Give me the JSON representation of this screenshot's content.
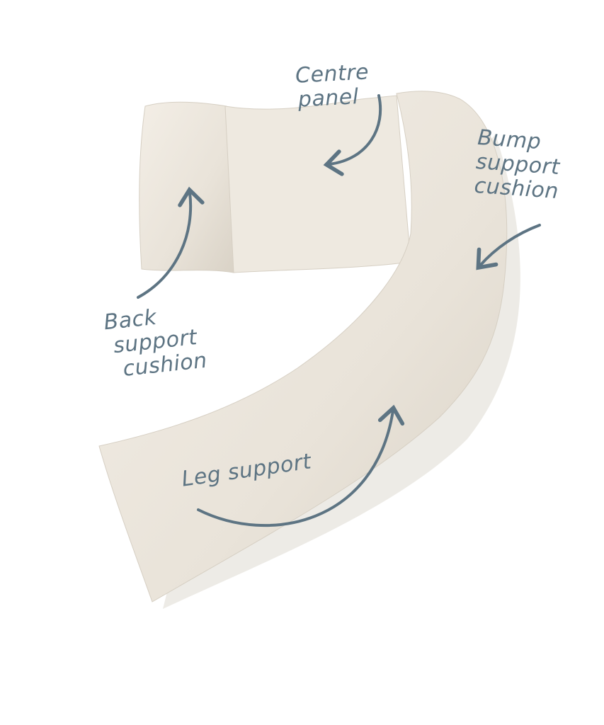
{
  "labels": {
    "centre_panel": [
      "Centre",
      "panel"
    ],
    "bump_support": [
      "Bump",
      "support",
      "cushion"
    ],
    "back_support": [
      "Back",
      "support",
      "cushion"
    ],
    "leg_support": "Leg support"
  },
  "colors": {
    "annotation": "#5d7483",
    "pillow": "#ece6dc",
    "pillow_shadow": "#cfc7bb"
  }
}
